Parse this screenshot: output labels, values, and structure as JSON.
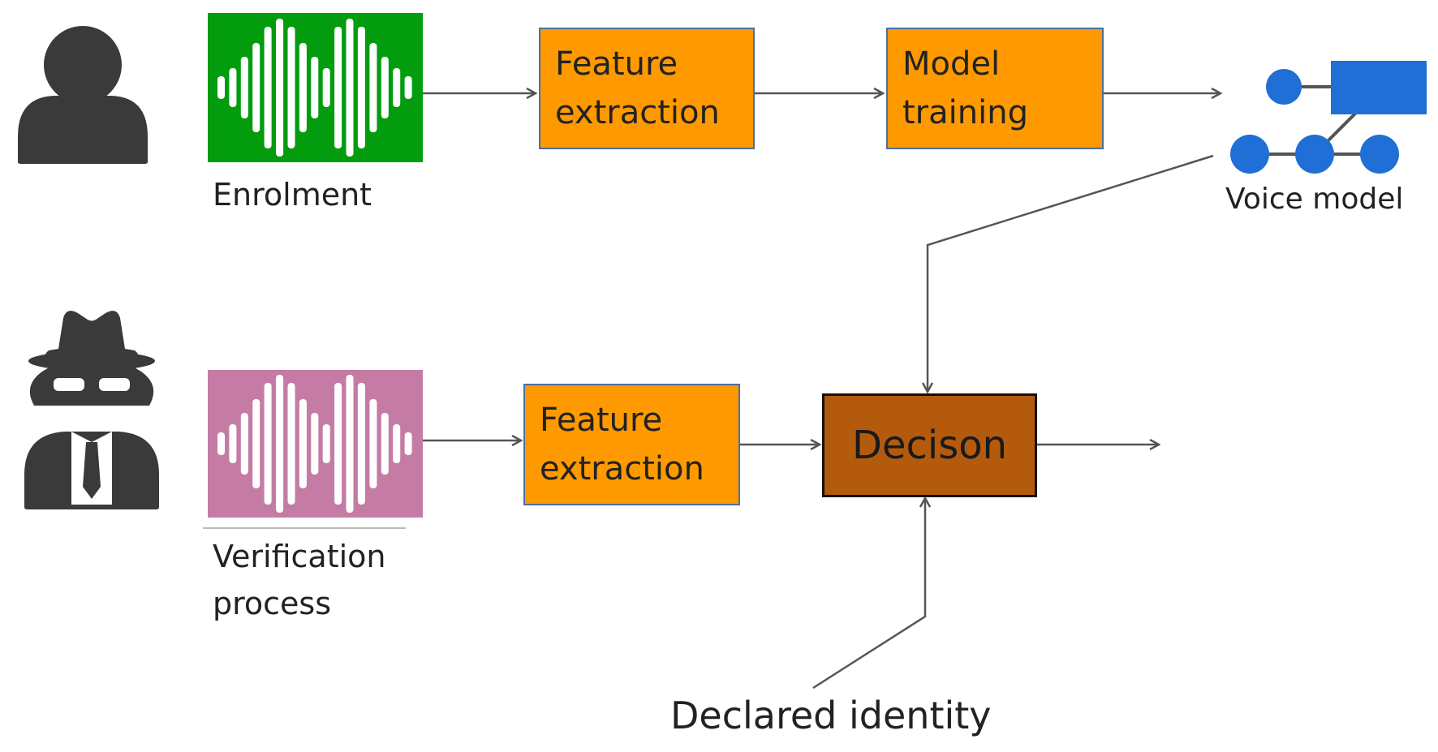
{
  "labels": {
    "enrolment": "Enrolment",
    "verification_line1": "Verification",
    "verification_line2": "process",
    "voice_model": "Voice model",
    "declared_identity": "Declared identity"
  },
  "boxes": {
    "feature_extraction_top": [
      "Feature",
      "extraction"
    ],
    "model_training": [
      "Model",
      "training"
    ],
    "feature_extraction_bottom": [
      "Feature",
      "extraction"
    ],
    "decision": "Decison"
  },
  "colors": {
    "enrolment_audio_bg": "#039c0f",
    "verification_audio_bg": "#c47ca4",
    "process_box": "#ff9900",
    "process_box_border": "#4a6fa5",
    "decision_box": "#b35a0c",
    "voice_model_icon": "#1f6fd6",
    "person_icon": "#3a3a3a",
    "arrow": "#555555"
  },
  "icons": {
    "enrolled_user": "user-icon",
    "impostor": "spy-icon",
    "audio": "audio-waveform-icon",
    "voice_model": "network-model-icon"
  }
}
